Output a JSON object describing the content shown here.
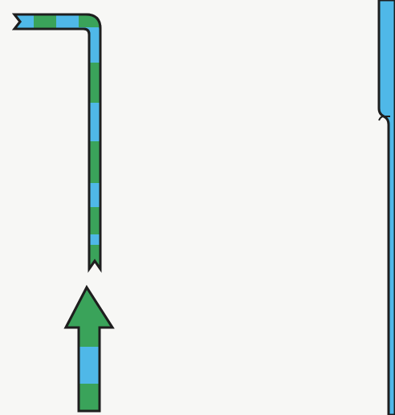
{
  "diagram": {
    "background_color": "#f7f7f5",
    "outline_color": "#1e1e1e",
    "colors": {
      "green": "#3aa35a",
      "blue": "#4fb8e8"
    },
    "shapes": [
      {
        "name": "bent-striped-route",
        "kind": "dashed-path",
        "icon": "route-segment",
        "stripe_pattern": [
          "blue",
          "green"
        ]
      },
      {
        "name": "upward-arrow",
        "kind": "arrow",
        "direction": "up",
        "icon": "arrow-up",
        "stripe_pattern": [
          "green",
          "blue"
        ]
      },
      {
        "name": "right-edge-blue-line",
        "kind": "line",
        "icon": "route-edge",
        "stripe_pattern": [
          "blue"
        ]
      }
    ]
  }
}
